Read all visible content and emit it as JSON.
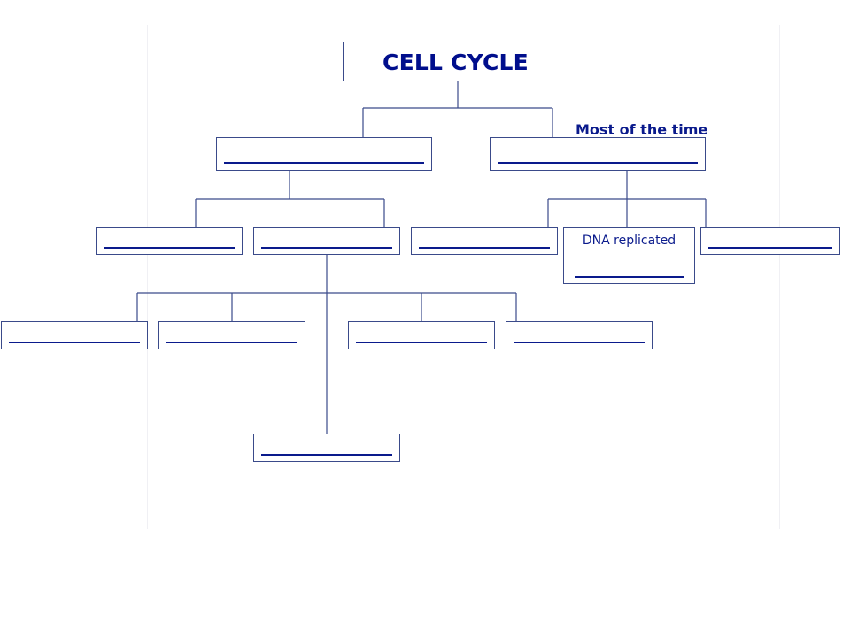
{
  "diagram": {
    "title": "CELL CYCLE",
    "annotation": "Most of the time",
    "replication_label": "DNA replicated"
  },
  "colors": {
    "text": "#0a1a8c",
    "line": "#3a4a8a"
  }
}
